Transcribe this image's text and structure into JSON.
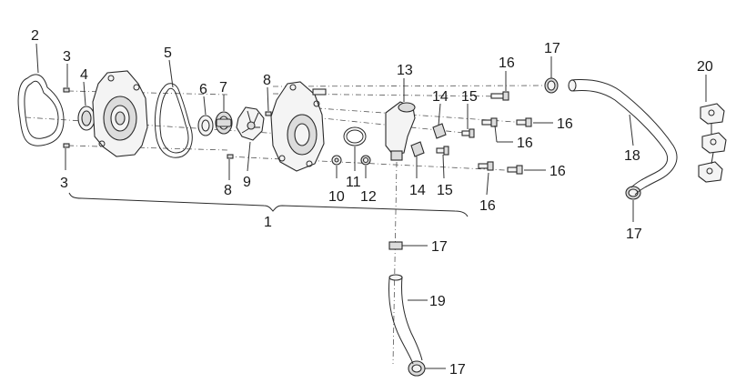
{
  "callouts": [
    {
      "id": "c2",
      "text": "2"
    },
    {
      "id": "c3a",
      "text": "3"
    },
    {
      "id": "c3b",
      "text": "3"
    },
    {
      "id": "c4",
      "text": "4"
    },
    {
      "id": "c5",
      "text": "5"
    },
    {
      "id": "c6",
      "text": "6"
    },
    {
      "id": "c7",
      "text": "7"
    },
    {
      "id": "c8a",
      "text": "8"
    },
    {
      "id": "c8b",
      "text": "8"
    },
    {
      "id": "c9",
      "text": "9"
    },
    {
      "id": "c10",
      "text": "10"
    },
    {
      "id": "c11",
      "text": "11"
    },
    {
      "id": "c12",
      "text": "12"
    },
    {
      "id": "c13",
      "text": "13"
    },
    {
      "id": "c14a",
      "text": "14"
    },
    {
      "id": "c14b",
      "text": "14"
    },
    {
      "id": "c15a",
      "text": "15"
    },
    {
      "id": "c15b",
      "text": "15"
    },
    {
      "id": "c16a",
      "text": "16"
    },
    {
      "id": "c16b",
      "text": "16"
    },
    {
      "id": "c16c",
      "text": "16"
    },
    {
      "id": "c16d",
      "text": "16"
    },
    {
      "id": "c16e",
      "text": "16"
    },
    {
      "id": "c17a",
      "text": "17"
    },
    {
      "id": "c17b",
      "text": "17"
    },
    {
      "id": "c17c",
      "text": "17"
    },
    {
      "id": "c17d",
      "text": "17"
    },
    {
      "id": "c18",
      "text": "18"
    },
    {
      "id": "c19",
      "text": "19"
    },
    {
      "id": "c20",
      "text": "20"
    },
    {
      "id": "c1",
      "text": "1"
    }
  ]
}
